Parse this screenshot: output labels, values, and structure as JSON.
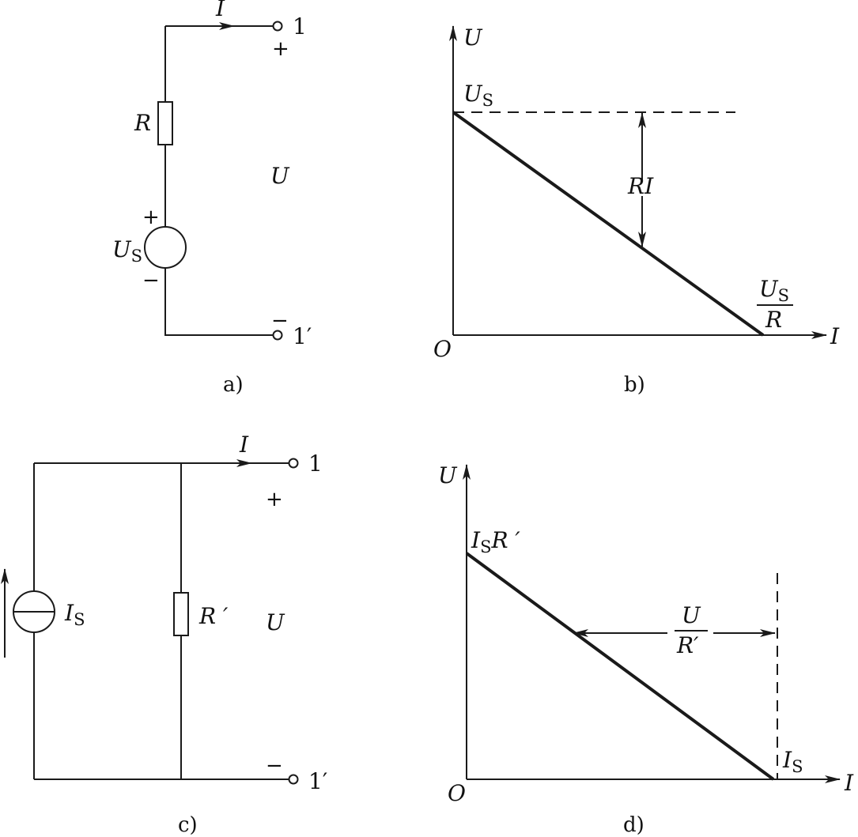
{
  "captions": {
    "a": "a)",
    "b": "b)",
    "c": "c)",
    "d": "d)"
  },
  "circuit_a": {
    "current": "I",
    "terminal_top": "1",
    "terminal_bottom": "1′",
    "plus_terminal": "+",
    "minus_terminal": "−",
    "resistor": "R",
    "voltage": "U",
    "source_main": "U",
    "source_sub": "S",
    "source_plus": "+",
    "source_minus": "−"
  },
  "graph_b": {
    "y_axis": "U",
    "x_axis": "I",
    "origin": "O",
    "intercept_main": "U",
    "intercept_sub": "S",
    "drop_label": "RI",
    "x_intercept_num_main": "U",
    "x_intercept_num_sub": "S",
    "x_intercept_den": "R"
  },
  "circuit_c": {
    "current": "I",
    "terminal_top": "1",
    "terminal_bottom": "1′",
    "plus_terminal": "+",
    "minus_terminal": "−",
    "resistor": "R ′",
    "voltage": "U",
    "source_main": "I",
    "source_sub": "S"
  },
  "graph_d": {
    "y_axis": "U",
    "x_axis": "I",
    "origin": "O",
    "intercept_main": "I",
    "intercept_sub": "S",
    "intercept_tail": "R ′",
    "branch_num": "U",
    "branch_den": "R′",
    "x_intercept_main": "I",
    "x_intercept_sub": "S"
  }
}
